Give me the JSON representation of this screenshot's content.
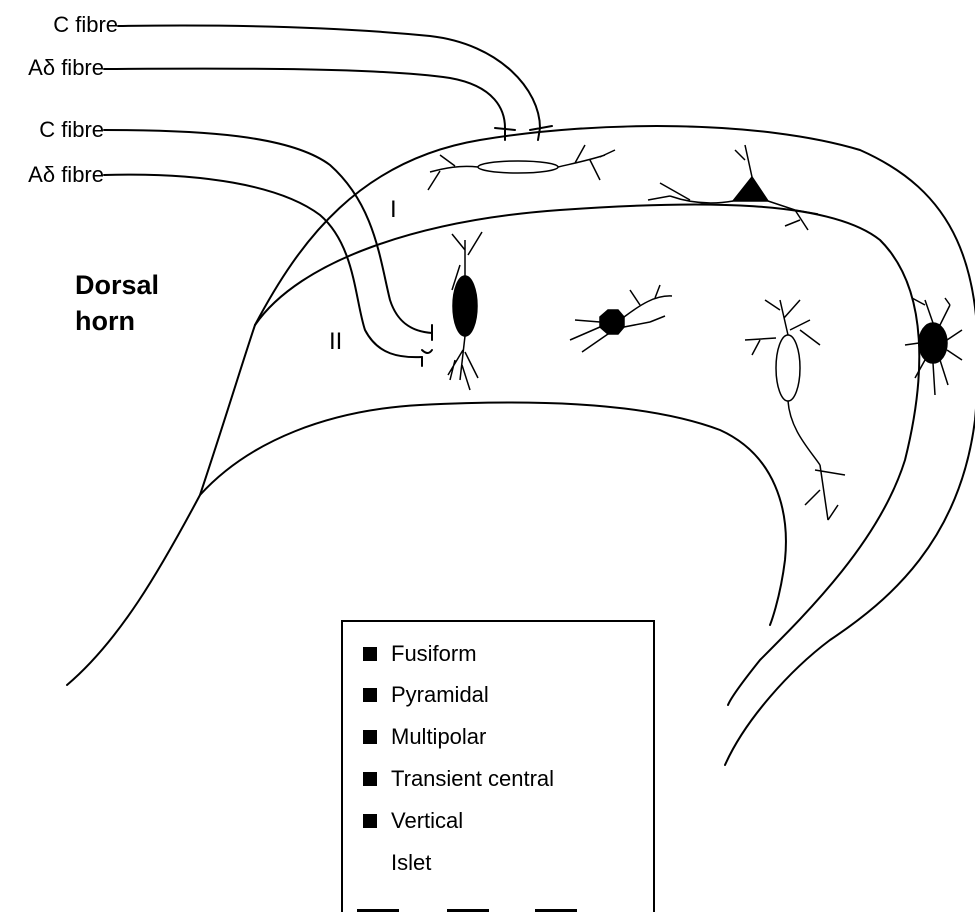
{
  "fibres": {
    "c_fibre_1": "C fibre",
    "a_delta_fibre_1": "Aδ fibre",
    "c_fibre_2": "C fibre",
    "a_delta_fibre_2": "Aδ fibre"
  },
  "region": {
    "title_line1": "Dorsal",
    "title_line2": "horn"
  },
  "laminae": {
    "lamina_1": "I",
    "lamina_2": "II"
  },
  "legend": {
    "items": [
      {
        "label": "Fusiform",
        "marker": "square"
      },
      {
        "label": "Pyramidal",
        "marker": "square"
      },
      {
        "label": "Multipolar",
        "marker": "square"
      },
      {
        "label": "Transient central",
        "marker": "square"
      },
      {
        "label": "Vertical",
        "marker": "square"
      },
      {
        "label": "Islet",
        "marker": "none"
      }
    ]
  }
}
